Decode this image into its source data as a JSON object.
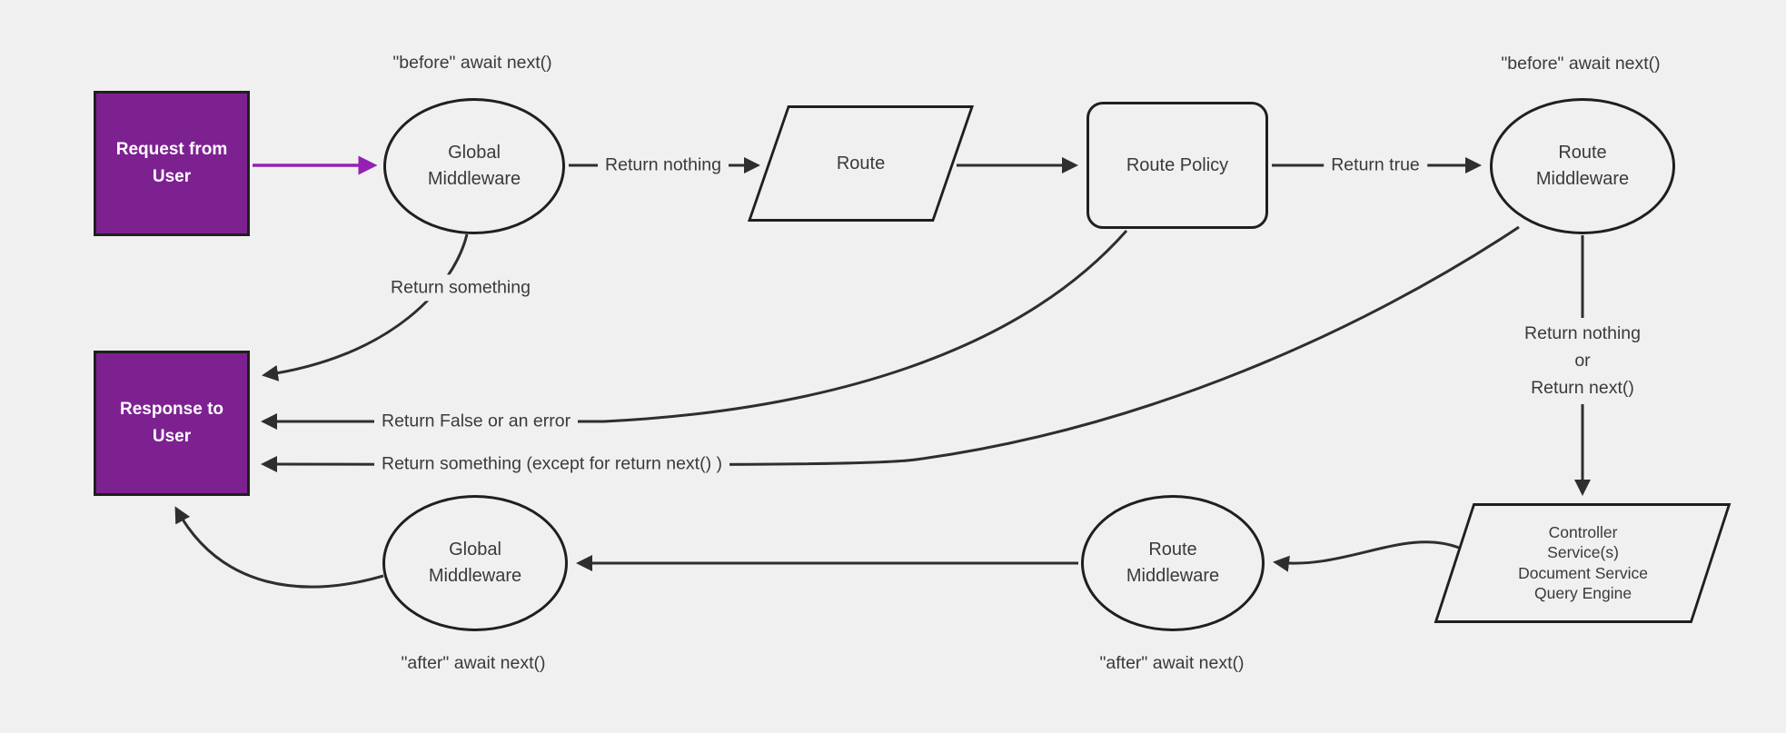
{
  "diagram": {
    "background_color": "#f0f0f0",
    "colors": {
      "node_fill_purple": "#7d2191",
      "arrow_purple": "#9421b4",
      "edge_stroke": "#2e2e2e",
      "node_stroke": "#1f1f1f",
      "label_text": "#3a3a3a",
      "purple_node_text": "#ffffff"
    },
    "nodes": {
      "request_from_user": {
        "label": "Request from User"
      },
      "global_middleware_top": {
        "label": "Global Middleware",
        "annotation": "\"before\" await next()"
      },
      "route": {
        "label": "Route"
      },
      "route_policy": {
        "label": "Route Policy"
      },
      "route_middleware_top": {
        "label": "Route Middleware",
        "annotation": "\"before\" await next()"
      },
      "response_to_user": {
        "label": "Response to User"
      },
      "controller_services": {
        "lines": [
          "Controller",
          "Service(s)",
          "Document Service",
          "Query Engine"
        ]
      },
      "route_middleware_bottom": {
        "label": "Route Middleware",
        "annotation": "\"after\" await next()"
      },
      "global_middleware_bottom": {
        "label": "Global Middleware",
        "annotation": "\"after\" await next()"
      }
    },
    "edge_labels": {
      "return_nothing": "Return nothing",
      "return_true": "Return true",
      "return_something": "Return something",
      "return_false_or_error": "Return False or an error",
      "return_something_except": "Return something (except for return next() )",
      "return_nothing_or_next": [
        "Return nothing",
        "or",
        "Return next()"
      ]
    }
  }
}
